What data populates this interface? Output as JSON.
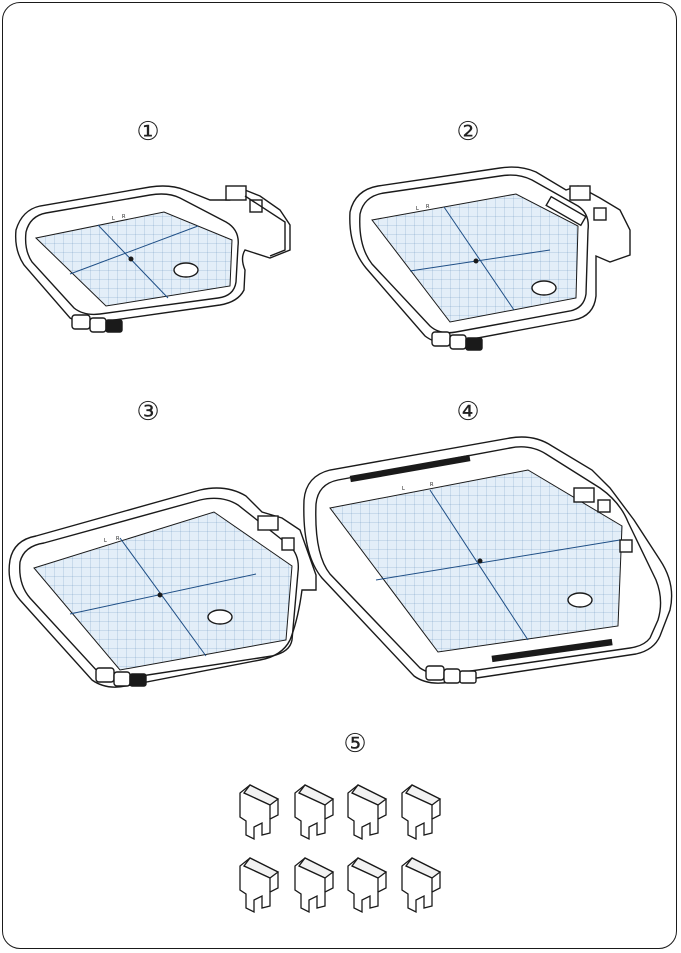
{
  "figure_labels": {
    "hoop1": "①",
    "hoop2": "②",
    "hoop3": "③",
    "hoop4": "④",
    "clips": "⑤"
  },
  "hoop_grid_letters": {
    "left": "L",
    "right": "R"
  },
  "colors": {
    "outline": "#1a1a1a",
    "grid_fill": "#e3eef8",
    "grid_line": "#5b86b5",
    "grid_center": "#1f4f86"
  }
}
